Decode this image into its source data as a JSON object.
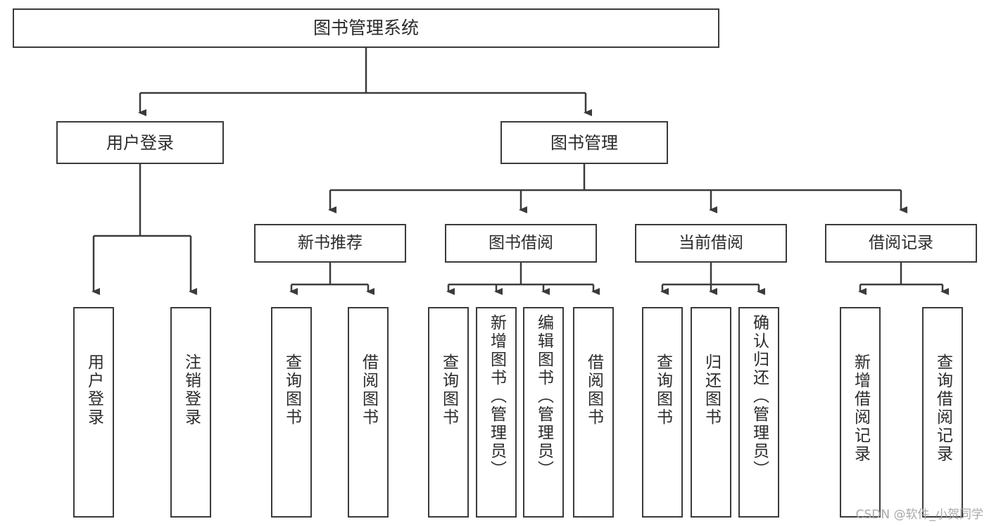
{
  "diagram": {
    "title": "图书管理系统",
    "type": "hierarchy-tree",
    "root": {
      "label": "图书管理系统"
    },
    "level2": [
      {
        "label": "用户登录"
      },
      {
        "label": "图书管理"
      }
    ],
    "level3": [
      {
        "label": "新书推荐"
      },
      {
        "label": "图书借阅"
      },
      {
        "label": "当前借阅"
      },
      {
        "label": "借阅记录"
      }
    ],
    "leaves": {
      "user_login": [
        {
          "label": "用户登录"
        },
        {
          "label": "注销登录"
        }
      ],
      "new_book_recommend": [
        {
          "label": "查询图书"
        },
        {
          "label": "借阅图书"
        }
      ],
      "book_borrow": [
        {
          "label": "查询图书"
        },
        {
          "label": "新增图书（管理员）"
        },
        {
          "label": "编辑图书（管理员）"
        },
        {
          "label": "借阅图书"
        }
      ],
      "current_borrow": [
        {
          "label": "查询图书"
        },
        {
          "label": "归还图书"
        },
        {
          "label": "确认归还（管理员）"
        }
      ],
      "borrow_record": [
        {
          "label": "新增借阅记录"
        },
        {
          "label": "查询借阅记录"
        }
      ]
    }
  },
  "watermark": {
    "text": "CSDN @软件_小贺同学"
  },
  "colors": {
    "stroke": "#3b3b3b",
    "text": "#2b2b2b",
    "background": "#ffffff",
    "watermark": "#a9a9a9"
  }
}
